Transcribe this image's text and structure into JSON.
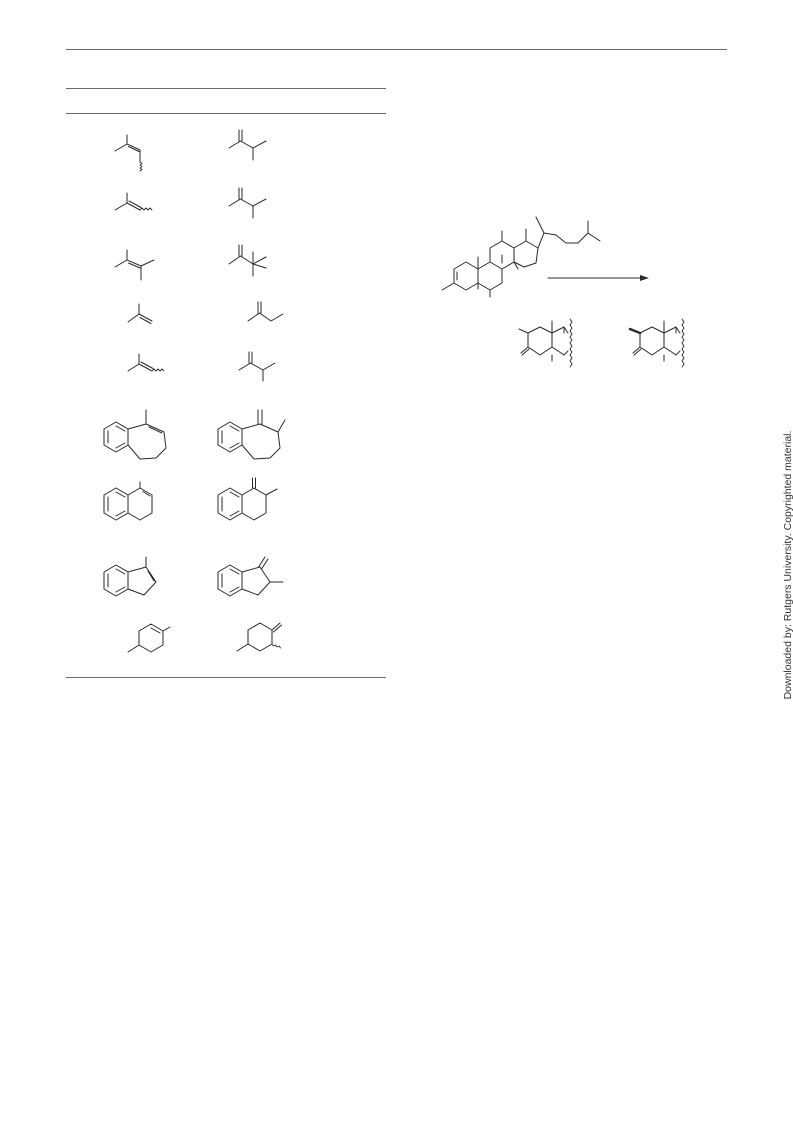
{
  "page": {
    "background": "#ffffff",
    "ink_color": "#2a2a2a",
    "rule_color": "#6a6a6a"
  },
  "table": {
    "rows": [
      {
        "reactant": "trisubstituted-alkene-wavy",
        "product": "terminal-alkene-isopropyl"
      },
      {
        "reactant": "trisubstituted-alkene-wavy-2",
        "product": "terminal-alkene-isopropyl-2"
      },
      {
        "reactant": "tetrasubstituted-alkene",
        "product": "terminal-alkene-tert-butyl"
      },
      {
        "reactant": "isobutylene",
        "product": "methylenebutane"
      },
      {
        "reactant": "trisubstituted-alkene-wavy-3",
        "product": "terminal-alkene-isopropyl-3"
      },
      {
        "reactant": "benzocycloheptene",
        "product": "methylene-benzocycloheptane"
      },
      {
        "reactant": "dihydronaphthalene",
        "product": "methylene-tetralin"
      },
      {
        "reactant": "indene",
        "product": "methylene-indane"
      },
      {
        "reactant": "methylcyclohexene",
        "product": "methylenecyclohexane"
      }
    ]
  },
  "scheme": {
    "starting_material": "cholest-2-ene-derivative",
    "arrow": "reaction-arrow",
    "products": [
      "product-ring-a-alpha-methyl",
      "product-ring-a-beta-methyl"
    ]
  },
  "watermark": {
    "text": "Downloaded by: Rutgers University. Copyrighted material."
  }
}
